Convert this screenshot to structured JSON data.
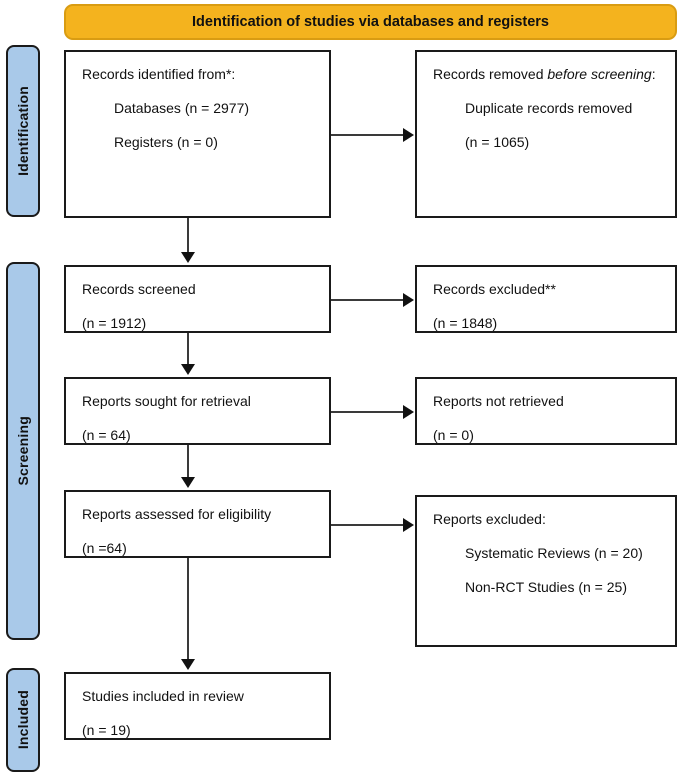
{
  "banner": {
    "title": "Identification of studies via databases and registers",
    "background_color": "#f4b31e"
  },
  "stages": {
    "background_color": "#a9c9e9",
    "identification": "Identification",
    "screening": "Screening",
    "included": "Included"
  },
  "boxes": {
    "identified": {
      "heading": "Records identified from*:",
      "item_databases": "Databases (n = 2977)",
      "item_registers": "Registers (n = 0)"
    },
    "removed": {
      "heading_prefix": "Records removed ",
      "heading_italic": "before screening",
      "heading_suffix": ":",
      "item_duplicates": "Duplicate records removed",
      "item_count": "(n = 1065)"
    },
    "screened": {
      "heading": "Records screened",
      "count": "(n = 1912)"
    },
    "excluded_records": {
      "heading": "Records excluded**",
      "count": "(n = 1848)"
    },
    "sought": {
      "heading": "Reports sought for retrieval",
      "count": "(n = 64)"
    },
    "not_retrieved": {
      "heading": "Reports not retrieved",
      "count": "(n = 0)"
    },
    "assessed": {
      "heading": "Reports assessed for eligibility",
      "count": "(n =64)"
    },
    "excluded_reports": {
      "heading": "Reports excluded:",
      "reason_systematic_reviews": "Systematic Reviews (n = 20)",
      "reason_non_rct": "Non-RCT Studies (n = 25)"
    },
    "included": {
      "heading": "Studies included in review",
      "count": "(n = 19)"
    }
  }
}
